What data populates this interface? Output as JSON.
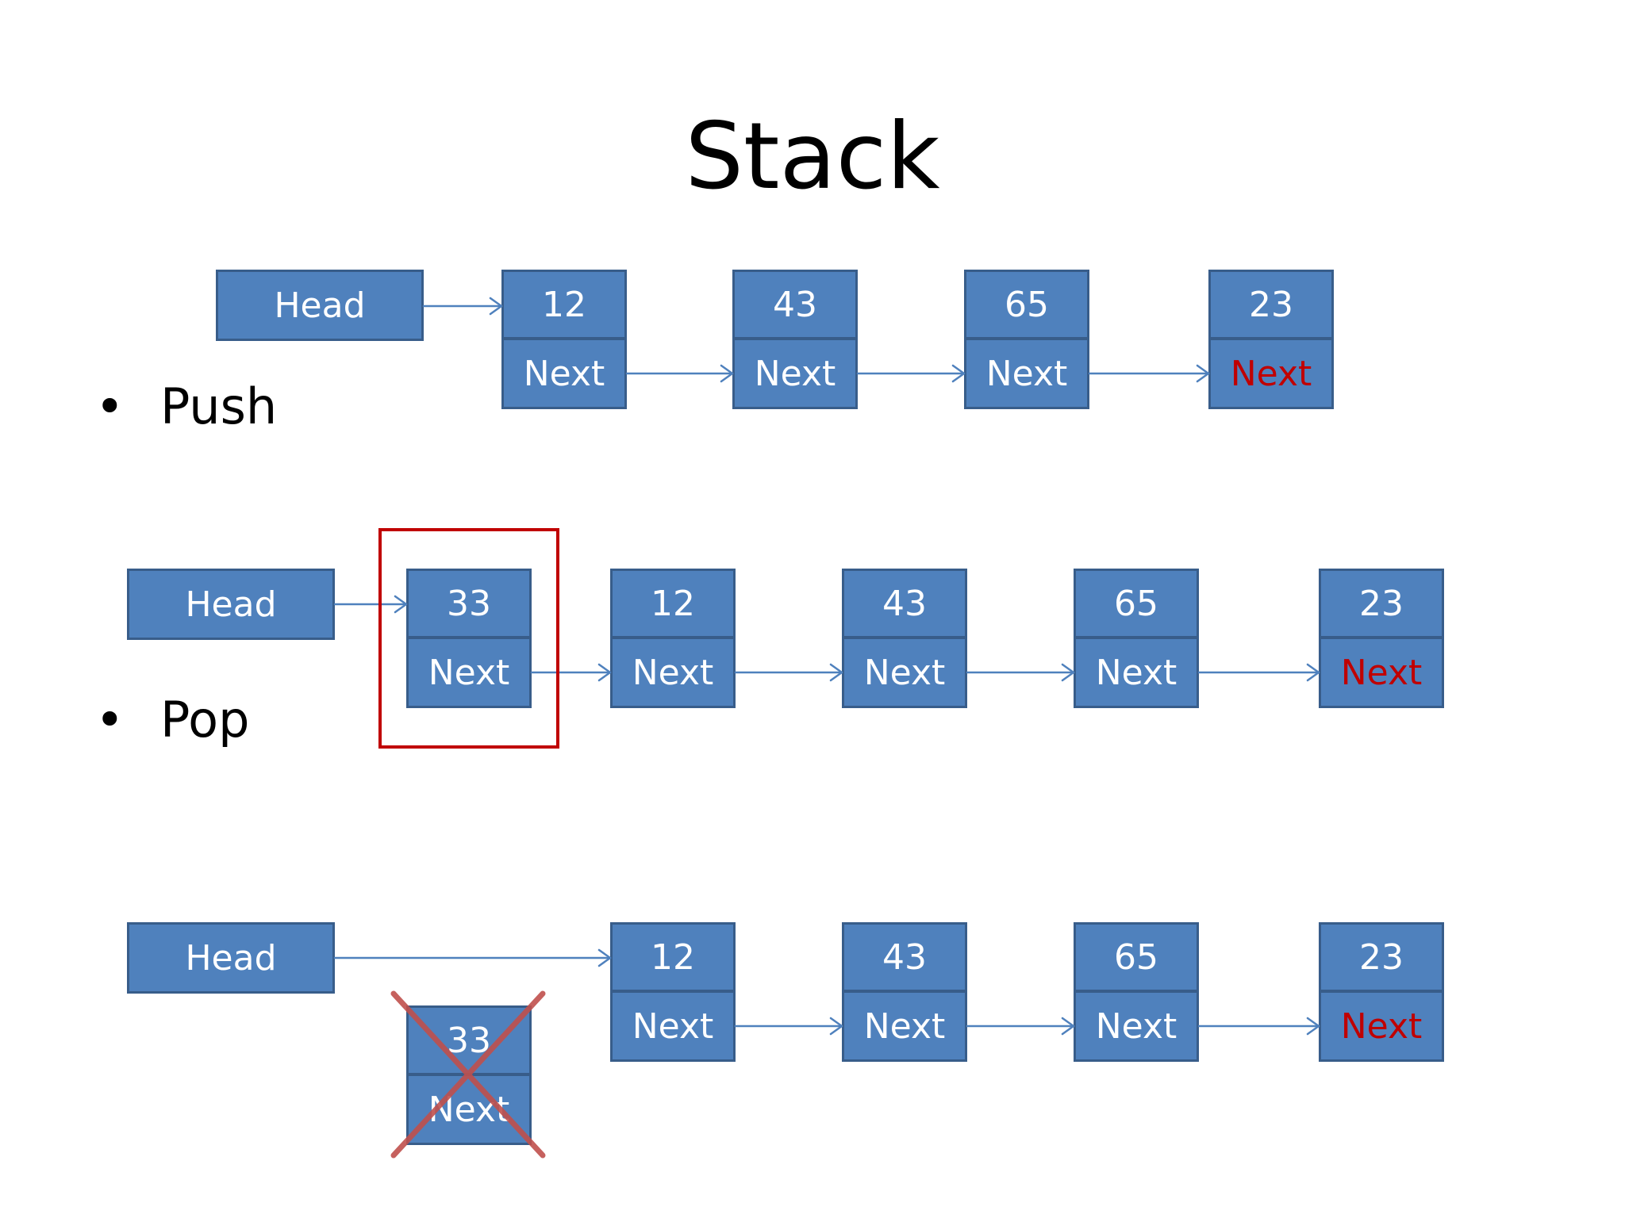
{
  "title": "Stack",
  "bullets": {
    "push": "Push",
    "pop": "Pop",
    "bullet_char": "•"
  },
  "diagrams": {
    "push_chain": {
      "head_label": "Head",
      "nodes": [
        {
          "value": "12",
          "next_label": "Next"
        },
        {
          "value": "43",
          "next_label": "Next"
        },
        {
          "value": "65",
          "next_label": "Next"
        },
        {
          "value": "23",
          "next_label": "Next"
        }
      ]
    },
    "pop_before_chain": {
      "head_label": "Head",
      "nodes": [
        {
          "value": "33",
          "next_label": "Next"
        },
        {
          "value": "12",
          "next_label": "Next"
        },
        {
          "value": "43",
          "next_label": "Next"
        },
        {
          "value": "65",
          "next_label": "Next"
        },
        {
          "value": "23",
          "next_label": "Next"
        }
      ]
    },
    "pop_after_chain": {
      "head_label": "Head",
      "removed_node": {
        "value": "33",
        "next_label": "Next"
      },
      "nodes": [
        {
          "value": "12",
          "next_label": "Next"
        },
        {
          "value": "43",
          "next_label": "Next"
        },
        {
          "value": "65",
          "next_label": "Next"
        },
        {
          "value": "23",
          "next_label": "Next"
        }
      ]
    }
  },
  "colors": {
    "node_fill": "#4f81bd",
    "node_border": "#385d8a",
    "arrow": "#4f81bd",
    "null_next_text": "#c00000",
    "highlight": "#c00000",
    "cross": "#c0504d"
  }
}
